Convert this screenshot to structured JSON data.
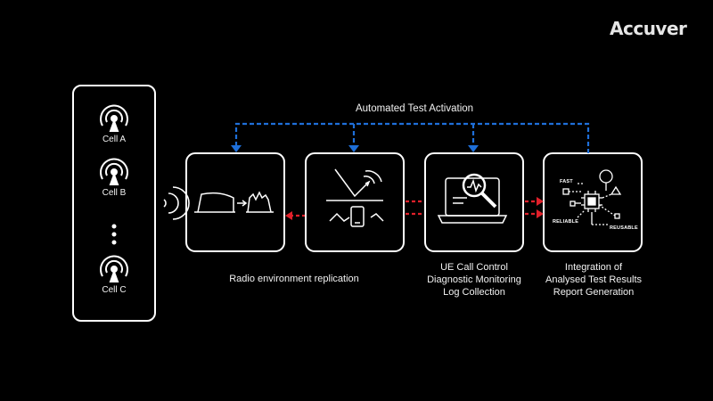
{
  "brand": {
    "logo_text": "Accuver"
  },
  "cells": [
    {
      "label": "Cell A"
    },
    {
      "label": "Cell B"
    },
    {
      "label": "Cell C"
    }
  ],
  "flow": {
    "top_label": "Automated Test Activation",
    "colors": {
      "activation": "#1e6fd9",
      "data": "#e0202a",
      "box": "#ffffff"
    }
  },
  "stages": [
    {
      "name": "radio-environment",
      "label": "Radio environment replication"
    },
    {
      "name": "channel-emulation",
      "label": ""
    },
    {
      "name": "ue-monitoring",
      "label_lines": [
        "UE Call Control",
        "Diagnostic Monitoring",
        "Log Collection"
      ]
    },
    {
      "name": "results-integration",
      "label_lines": [
        "Integration of",
        "Analysed Test Results",
        "Report Generation"
      ],
      "keywords": [
        "FAST",
        "RELIABLE",
        "REUSABLE"
      ]
    }
  ]
}
